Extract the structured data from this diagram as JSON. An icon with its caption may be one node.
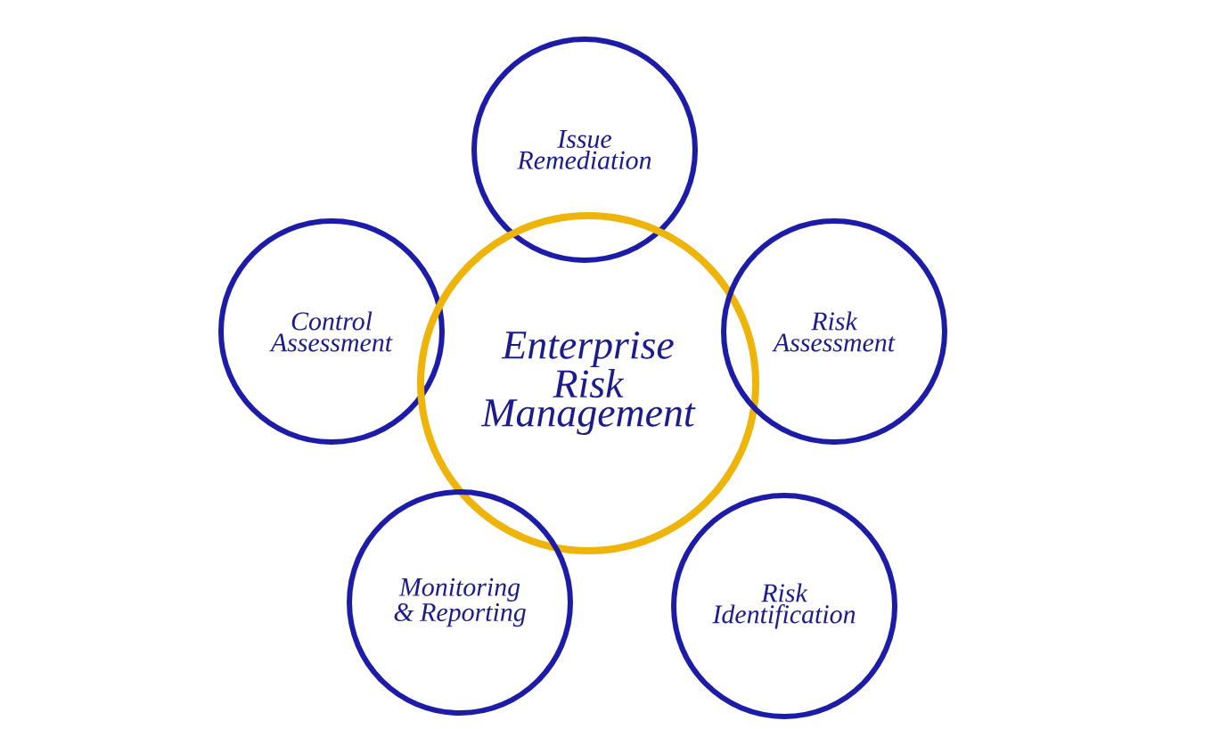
{
  "diagram": {
    "nodes": [
      {
        "text": [
          "Issue Remediation"
        ]
      },
      {
        "text": [
          "Control Assessment"
        ]
      },
      {
        "text": [
          "Enterprise Risk Management"
        ]
      },
      {
        "text": [
          "Risk Assessment"
        ]
      },
      {
        "text": [
          "Monitoring & Reporting"
        ]
      },
      {
        "text": [
          "Risk Identification"
        ]
      }
    ]
  }
}
